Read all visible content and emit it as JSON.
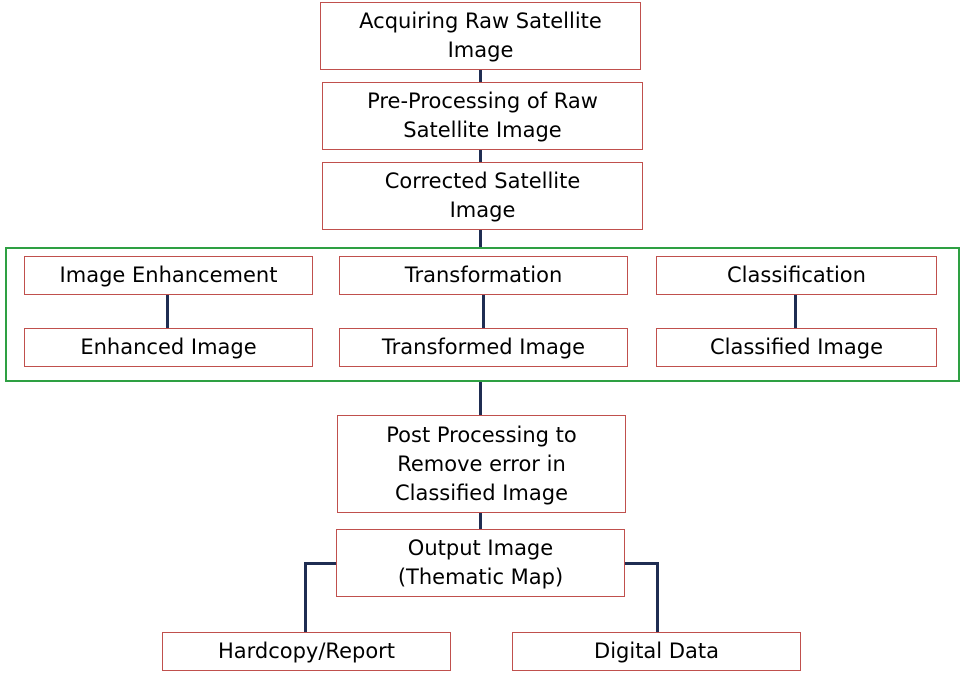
{
  "steps": {
    "acquiring": "Acquiring Raw Satellite\nImage",
    "preprocessing": "Pre-Processing of Raw\nSatellite  Image",
    "corrected": "Corrected Satellite\nImage",
    "post_processing": "Post Processing to\nRemove error in\nClassified Image",
    "output": "Output Image\n(Thematic Map)"
  },
  "processing_group": {
    "enhancement": "Image Enhancement",
    "enhanced": "Enhanced Image",
    "transformation": "Transformation",
    "transformed": "Transformed Image",
    "classification": "Classification",
    "classified": "Classified Image"
  },
  "outputs": {
    "hardcopy": "Hardcopy/Report",
    "digital": "Digital Data"
  },
  "colors": {
    "box_border": "#c0504d",
    "group_border": "#2ea043",
    "connector": "#1f2d52"
  }
}
